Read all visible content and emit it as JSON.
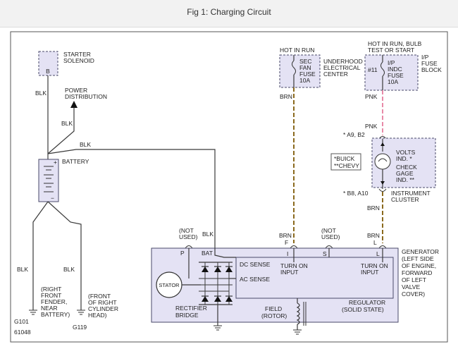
{
  "header": {
    "title": "Fig 1: Charging Circuit"
  },
  "labels": {
    "starter_l1": "STARTER",
    "starter_l2": "SOLENOID",
    "starter_b": "B",
    "blk_1": "BLK",
    "power_l1": "POWER",
    "power_l2": "DISTRIBUTION",
    "blk_2": "BLK",
    "blk_3": "BLK",
    "battery": "BATTERY",
    "plus": "+",
    "minus": "−",
    "blk_left1": "BLK",
    "blk_left2": "BLK",
    "g101_l1": "(RIGHT",
    "g101_l2": "FRONT",
    "g101_l3": "FENDER,",
    "g101_l4": "NEAR",
    "g101_l5": "BATTERY)",
    "g119_l1": "(FRONT",
    "g119_l2": "OF RIGHT",
    "g119_l3": "CYLINDER",
    "g119_l4": "HEAD)",
    "g101": "G101",
    "g119": "G119",
    "figno": "61048",
    "hot_run": "HOT IN RUN",
    "sec_l1": "SEC",
    "sec_l2": "FAN",
    "sec_l3": "FUSE",
    "sec_l4": "10A",
    "uh_l1": "UNDERHOOD",
    "uh_l2": "ELECTRICAL",
    "uh_l3": "CENTER",
    "brn_1": "BRN",
    "hot_bulb_l1": "HOT IN RUN, BULB",
    "hot_bulb_l2": "TEST OR START",
    "f11": "#11",
    "ip_l1": "I/P",
    "ip_l2": "INDC",
    "ip_l3": "FUSE",
    "ip_l4": "10A",
    "ipb_l1": "I/P",
    "ipb_l2": "FUSE",
    "ipb_l3": "BLOCK",
    "pnk_1": "PNK",
    "pnk_2": "PNK",
    "a9b2": "*  A9, B2",
    "buick": "*BUICK",
    "chevy": "**CHEVY",
    "volts_l1": "VOLTS",
    "volts_l2": "IND. *",
    "check_l1": "CHECK",
    "check_l2": "GAGE",
    "check_l3": "IND. **",
    "b8a10": "*  B8, A10",
    "ic_l1": "INSTRUMENT",
    "ic_l2": "CLUSTER",
    "brn_2": "BRN",
    "notused_l1": "(NOT",
    "notused_l2": "USED)",
    "blk_bat": "BLK",
    "brn_f": "BRN",
    "f": "F",
    "notused2_l1": "(NOT",
    "notused2_l2": "USED)",
    "brn_l": "BRN",
    "l": "L",
    "term_p": "P",
    "term_bat": "BAT",
    "term_i": "I",
    "term_s": "S",
    "term_l": "L",
    "dc_sense": "DC SENSE",
    "ac_sense": "AC SENSE",
    "turn1_l1": "TURN ON",
    "turn1_l2": "INPUT",
    "turn2_l1": "TURN ON",
    "turn2_l2": "INPUT",
    "stator": "STATOR",
    "rect_l1": "RECTIFIER",
    "rect_l2": "BRIDGE",
    "field_l1": "FIELD",
    "field_l2": "(ROTOR)",
    "reg_l1": "REGULATOR",
    "reg_l2": "(SOLID STATE)",
    "gen_l1": "GENERATOR",
    "gen_l2": "(LEFT SIDE",
    "gen_l3": "OF ENGINE,",
    "gen_l4": "FORWARD",
    "gen_l5": "OF LEFT",
    "gen_l6": "VALVE",
    "gen_l7": "COVER)"
  },
  "colors": {
    "wire": "#3a3a3a",
    "brn_wire": "#8b6a1e",
    "pnk_wire": "#e88aa8",
    "component_fill": "#e4e2f4",
    "component_border": "#4a4a6a"
  }
}
